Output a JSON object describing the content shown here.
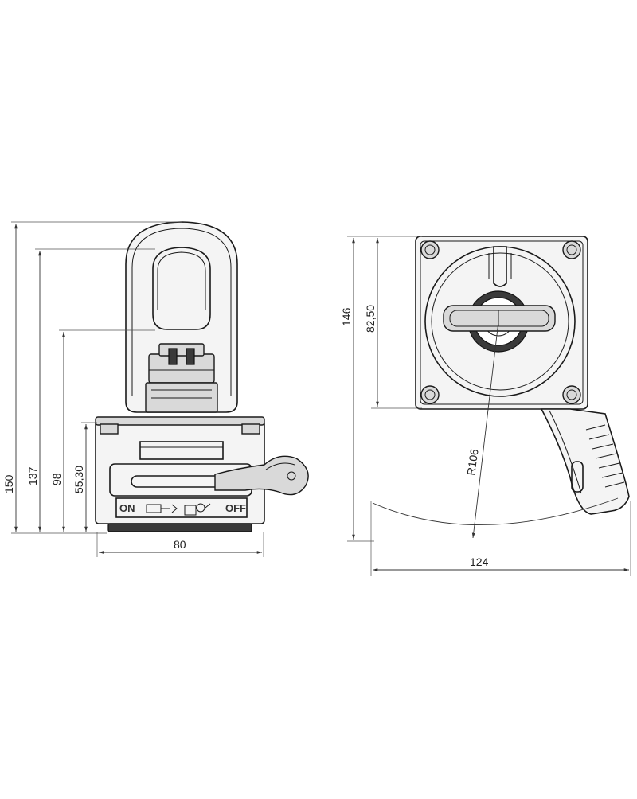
{
  "front_view": {
    "dimensions": {
      "height_total": "150",
      "height_eye_inner": "137",
      "height_eye_base": "98",
      "height_body": "55,30",
      "width": "80"
    },
    "switch_labels": {
      "on": "ON",
      "off": "OFF"
    }
  },
  "top_view": {
    "dimensions": {
      "height_total": "146",
      "height_center": "82,50",
      "radius": "R106",
      "width": "124"
    }
  }
}
